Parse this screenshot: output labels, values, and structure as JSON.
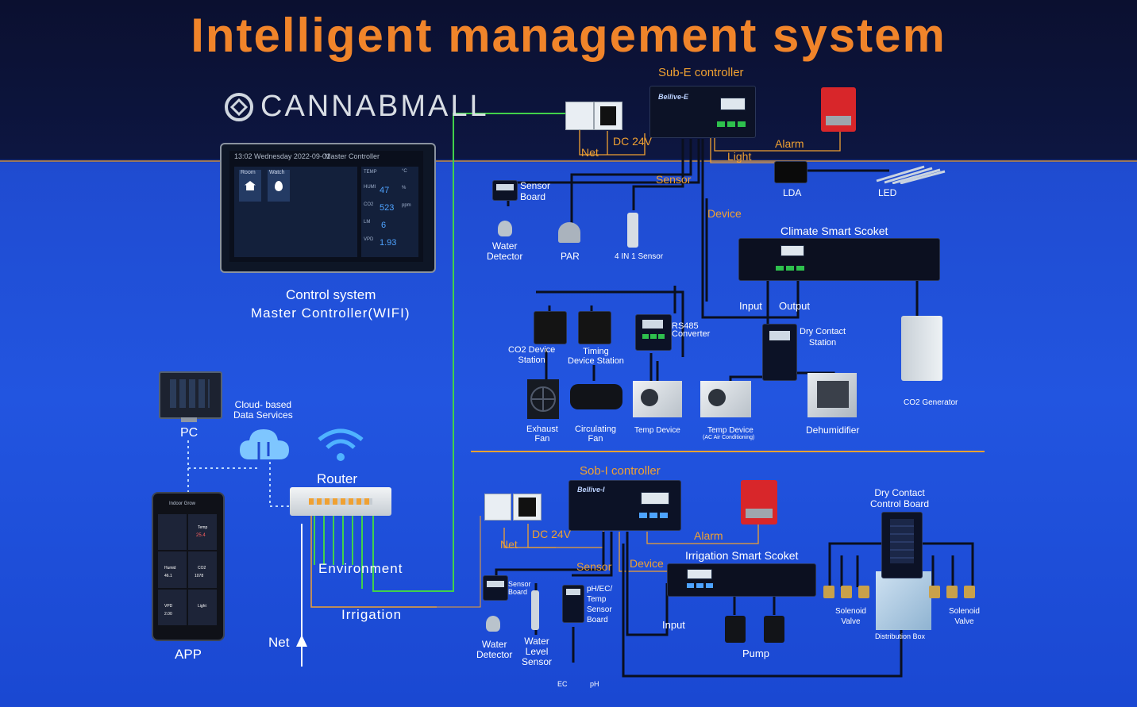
{
  "title": "Intelligent management system",
  "brand": {
    "name": "CANNABMALL",
    "icon": "cannabmall-logo-icon"
  },
  "control_system": {
    "title": "Control system",
    "subtitle": "Master Controller(WIFI)",
    "header_time": "13:02 Wednesday 2022-09-01",
    "header_title": "Master Controller",
    "tiles": [
      "Room",
      "Watch"
    ],
    "readings": [
      {
        "label": "TEMP",
        "value": "",
        "unit": "°C"
      },
      {
        "label": "HUMI",
        "value": "47",
        "unit": "%"
      },
      {
        "label": "CO2",
        "value": "523",
        "unit": "ppm"
      },
      {
        "label": "LM",
        "value": "6",
        "unit": ""
      },
      {
        "label": "VPD",
        "value": "1.93",
        "unit": ""
      }
    ]
  },
  "sub_e": {
    "title": "Sub-E  controller",
    "device_label": "Bellive-E",
    "net": "Net",
    "dc": "DC 24V",
    "alarm": "Alarm",
    "light": "Light",
    "sensor": "Sensor",
    "device": "Device",
    "lda": "LDA",
    "led": "LED",
    "sensor_board": "Sensor\nBoard",
    "water_detector": "Water\nDetector",
    "par": "PAR",
    "four_in_one": "4 IN 1 Sensor",
    "climate_socket": "Climate Smart Scoket",
    "input": "Input",
    "output": "Output",
    "dry_contact_station": "Dry Contact\nStation",
    "rs485": "RS485\nConverter",
    "co2_station": "CO2 Device\nStation",
    "timing_station": "Timing\nDevice Station",
    "co2_generator": "CO2 Generator",
    "exhaust_fan": "Exhaust\nFan",
    "circulating_fan": "Circulating\nFan",
    "temp_device": "Temp Device",
    "temp_device_ac": "Temp Device",
    "temp_device_ac_note": "(AC Air Conditioning)",
    "dehumidifier": "Dehumidifier"
  },
  "sub_i": {
    "title": "Sob-I  controller",
    "device_label": "Bellive-I",
    "net": "Net",
    "dc": "DC 24V",
    "alarm": "Alarm",
    "sensor": "Sensor",
    "device": "Device",
    "sensor_board": "Sensor\nBoard",
    "water_detector": "Water\nDetector",
    "water_level": "Water\nLevel\nSensor",
    "ph_ec": "pH/EC/\nTemp\nSensor\nBoard",
    "ec": "EC",
    "ph": "pH",
    "irrigation_socket": "Irrigation Smart Scoket",
    "input": "Input",
    "pump": "Pump",
    "dry_contact_board": "Dry Contact\nControl Board",
    "solenoid_left": "Solenoid\nValve",
    "solenoid_right": "Solenoid\nValve",
    "distribution_box": "Distribution Box"
  },
  "network": {
    "pc": "PC",
    "cloud": "Cloud- based\nData Services",
    "router": "Router",
    "environment": "Environment",
    "irrigation": "Irrigation",
    "net": "Net",
    "app": "APP"
  },
  "app_screen": {
    "header": "Indoor Grow",
    "cells": [
      {
        "label": "",
        "value": ""
      },
      {
        "label": "Temp",
        "value": "25.4"
      },
      {
        "label": "Humid",
        "value": "46.1"
      },
      {
        "label": "CO2",
        "value": "1078"
      },
      {
        "label": "VPD",
        "value": "2.00"
      },
      {
        "label": "Light",
        "value": ""
      }
    ]
  },
  "colors": {
    "title_orange": "#f0842a",
    "label_orange": "#f0a132",
    "green_wire": "#41d14a",
    "top_band": "#0d1641",
    "blue_bg": "#2255e0"
  }
}
